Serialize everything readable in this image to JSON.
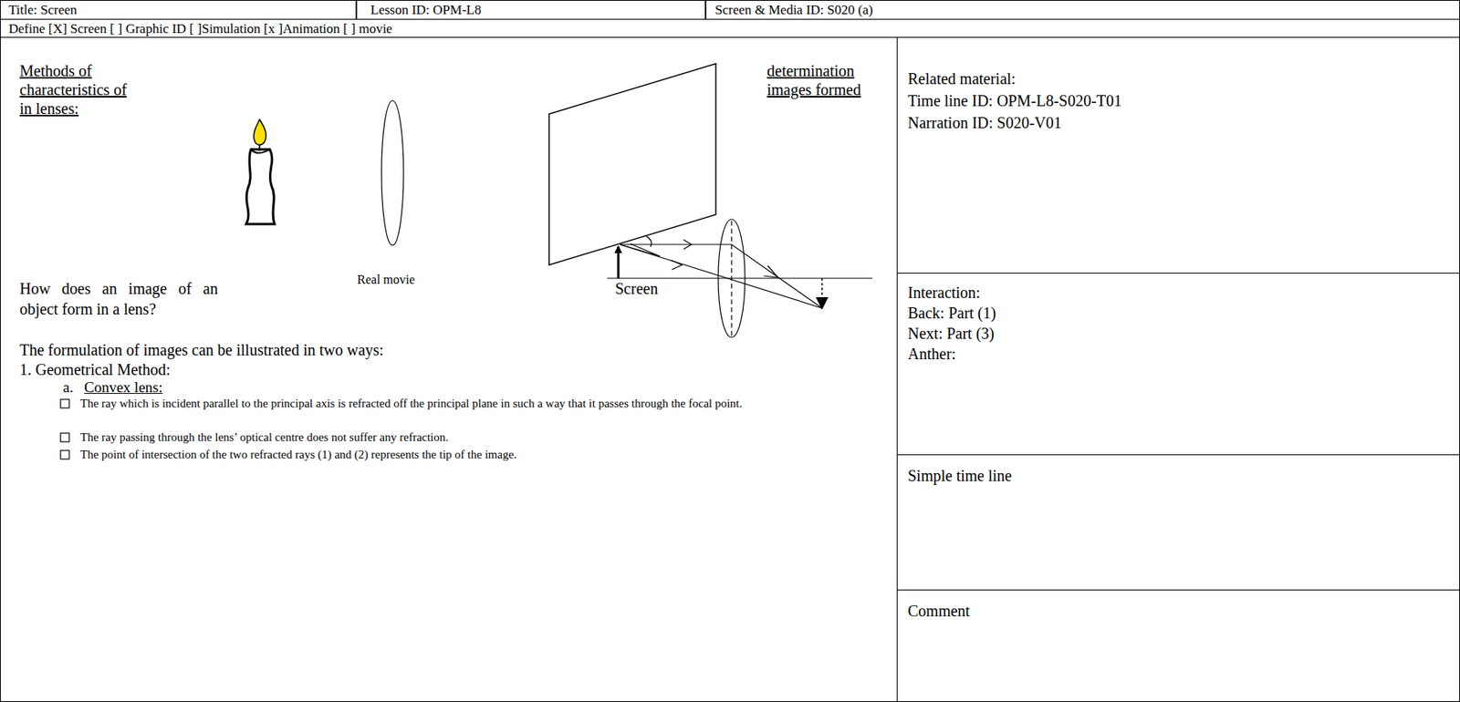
{
  "diagram": {
    "nodes": [
      {
        "text": [
          "Title: Screen"
        ]
      },
      {
        "text": [
          "Lesson ID: OPM-L8"
        ]
      },
      {
        "text": [
          "Screen & Media ID: S020 (a)"
        ]
      },
      {
        "text": [
          "Define [X] Screen [ ] Graphic ID [ ]Simulation [x ]Animation [ ] movie"
        ]
      },
      {
        "text": [
          "Methods of characteristics of in lenses:",
          "determination images formed",
          "How does an image of an object form in a lens?",
          "The formulation of images can be illustrated in two ways:",
          "1. Geometrical Method:",
          "a.",
          "Convex lens:",
          "The ray which is incident parallel to the principal axis is refracted off the principal plane in such a way that it passes through the focal point.",
          "The ray passing through the lens’ optical centre does not suffer any refraction.",
          "The point of intersection of the two refracted rays (1) and (2) represents the tip of the image."
        ]
      },
      {
        "text": [
          "Related material:",
          "Time line ID: OPM-L8-S020-T01",
          "Narration ID: S020-V01"
        ]
      },
      {
        "text": [
          "Interaction:",
          "Back: Part (1)",
          "Next: Part (3)",
          "Anther:"
        ]
      },
      {
        "text": [
          "Simple time line"
        ]
      },
      {
        "text": [
          "Comment"
        ]
      }
    ],
    "labels": [
      "Real movie",
      "Screen"
    ]
  }
}
